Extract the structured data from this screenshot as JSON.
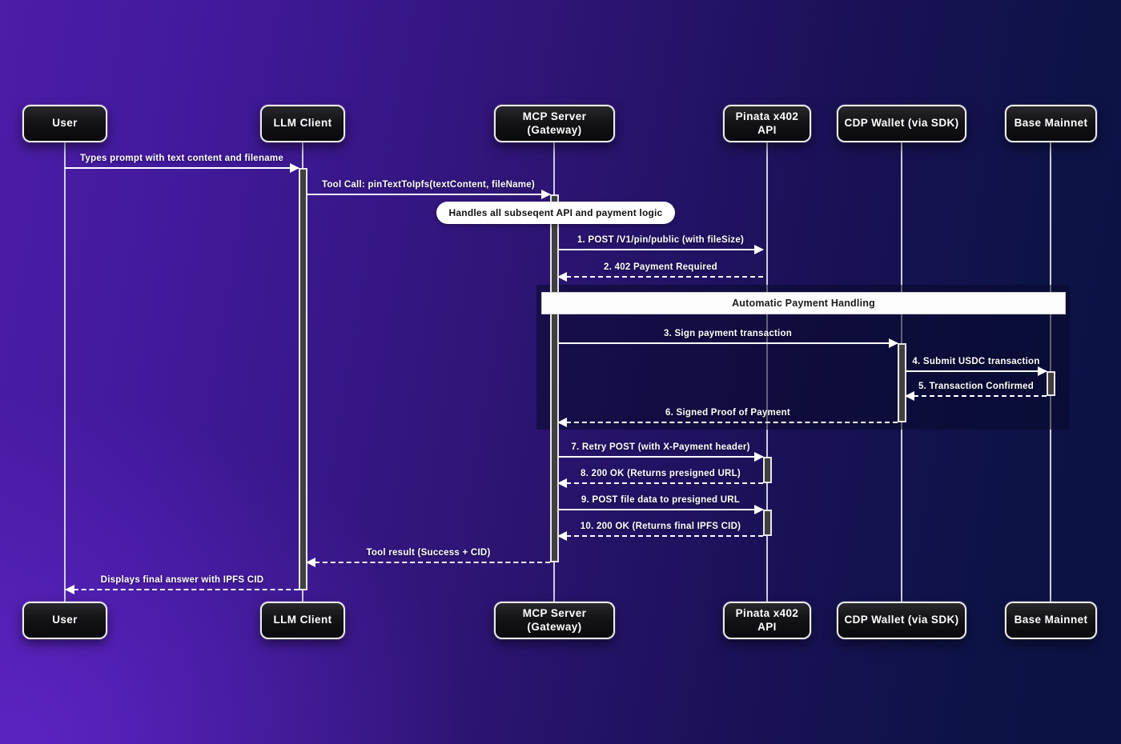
{
  "colors": {
    "background_purple": "#4c1da6",
    "background_navy": "#0c1243",
    "actor_box": "#141417",
    "actor_border": "#ececec",
    "message_text": "#ffffff",
    "note_background": "#ffffff",
    "frame_overlay": "rgba(8,10,42,0.55)"
  },
  "actors": [
    {
      "id": "user",
      "label": "User"
    },
    {
      "id": "llm-client",
      "label": "LLM Client"
    },
    {
      "id": "mcp-server",
      "label": "MCP Server\n(Gateway)"
    },
    {
      "id": "pinata-api",
      "label": "Pinata x402\nAPI"
    },
    {
      "id": "cdp-wallet",
      "label": "CDP Wallet (via SDK)"
    },
    {
      "id": "base-mainnet",
      "label": "Base Mainnet"
    }
  ],
  "note": {
    "label": "Handles all subseqent API and payment logic",
    "attached_to": "mcp-server"
  },
  "frame": {
    "label": "Automatic Payment Handling"
  },
  "messages": [
    {
      "label": "Types prompt with text content and filename",
      "from": "user",
      "to": "llm-client",
      "type": "solid"
    },
    {
      "label": "Tool Call: pinTextToIpfs(textContent, fileName)",
      "from": "llm-client",
      "to": "mcp-server",
      "type": "solid"
    },
    {
      "label": "1. POST /V1/pin/public (with fileSize)",
      "from": "mcp-server",
      "to": "pinata-api",
      "type": "solid"
    },
    {
      "label": "2. 402 Payment Required",
      "from": "pinata-api",
      "to": "mcp-server",
      "type": "dashed"
    },
    {
      "label": "3. Sign payment transaction",
      "from": "mcp-server",
      "to": "cdp-wallet",
      "type": "solid"
    },
    {
      "label": "4. Submit USDC transaction",
      "from": "cdp-wallet",
      "to": "base-mainnet",
      "type": "solid"
    },
    {
      "label": "5. Transaction Confirmed",
      "from": "base-mainnet",
      "to": "cdp-wallet",
      "type": "dashed"
    },
    {
      "label": "6. Signed Proof of Payment",
      "from": "cdp-wallet",
      "to": "mcp-server",
      "type": "dashed"
    },
    {
      "label": "7. Retry POST (with X-Payment header)",
      "from": "mcp-server",
      "to": "pinata-api",
      "type": "solid"
    },
    {
      "label": "8. 200 OK (Returns presigned URL)",
      "from": "pinata-api",
      "to": "mcp-server",
      "type": "dashed"
    },
    {
      "label": "9. POST file data to presigned URL",
      "from": "mcp-server",
      "to": "pinata-api",
      "type": "solid"
    },
    {
      "label": "10. 200 OK (Returns final IPFS CID)",
      "from": "pinata-api",
      "to": "mcp-server",
      "type": "dashed"
    },
    {
      "label": "Tool result (Success + CID)",
      "from": "mcp-server",
      "to": "llm-client",
      "type": "dashed"
    },
    {
      "label": "Displays final answer with IPFS CID",
      "from": "llm-client",
      "to": "user",
      "type": "dashed"
    }
  ]
}
